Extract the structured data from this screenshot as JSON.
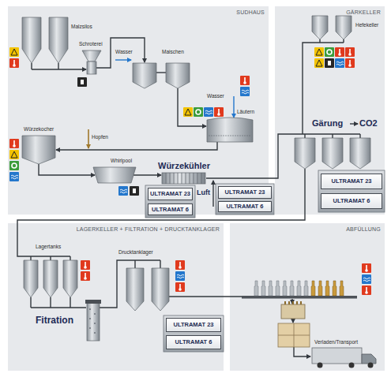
{
  "diagram": {
    "nodes": [
      {
        "text": [
          "SUDHAUS"
        ]
      },
      {
        "text": [
          "GÄRKELLER"
        ]
      },
      {
        "text": [
          "ULTRAMAT 23"
        ],
        "in": 0
      },
      {
        "text": [
          "ULTRAMAT 6"
        ],
        "in": 0
      },
      {
        "text": [
          "ULTRAMAT 23"
        ],
        "in": 0
      },
      {
        "text": [
          "ULTRAMAT 6"
        ],
        "in": 0
      },
      {
        "text": [
          "ULTRAMAT 23"
        ],
        "in": 1
      },
      {
        "text": [
          "ULTRAMAT 6"
        ],
        "in": 1
      },
      {
        "text": [
          "LAGERKELLER + FILTRATION + DRUCKTANKLAGER"
        ]
      },
      {
        "text": [
          "ULTRAMAT 23"
        ],
        "in": 8
      },
      {
        "text": [
          "ULTRAMAT 6"
        ],
        "in": 8
      },
      {
        "text": [
          "ABFÜLLUNG"
        ]
      }
    ],
    "labels": [
      "Malzsilos",
      "Schroterei",
      "Wasser",
      "Maischen",
      "Wasser",
      "Läutern",
      "Hopfen",
      "Würzekocher",
      "Whirlpool",
      "Würzekühler",
      "Luft",
      "Hefekeller",
      "Gärung",
      "CO2",
      "Lagertanks",
      "Drucktanklager",
      "Fitration",
      "Verladen/Transport"
    ]
  }
}
